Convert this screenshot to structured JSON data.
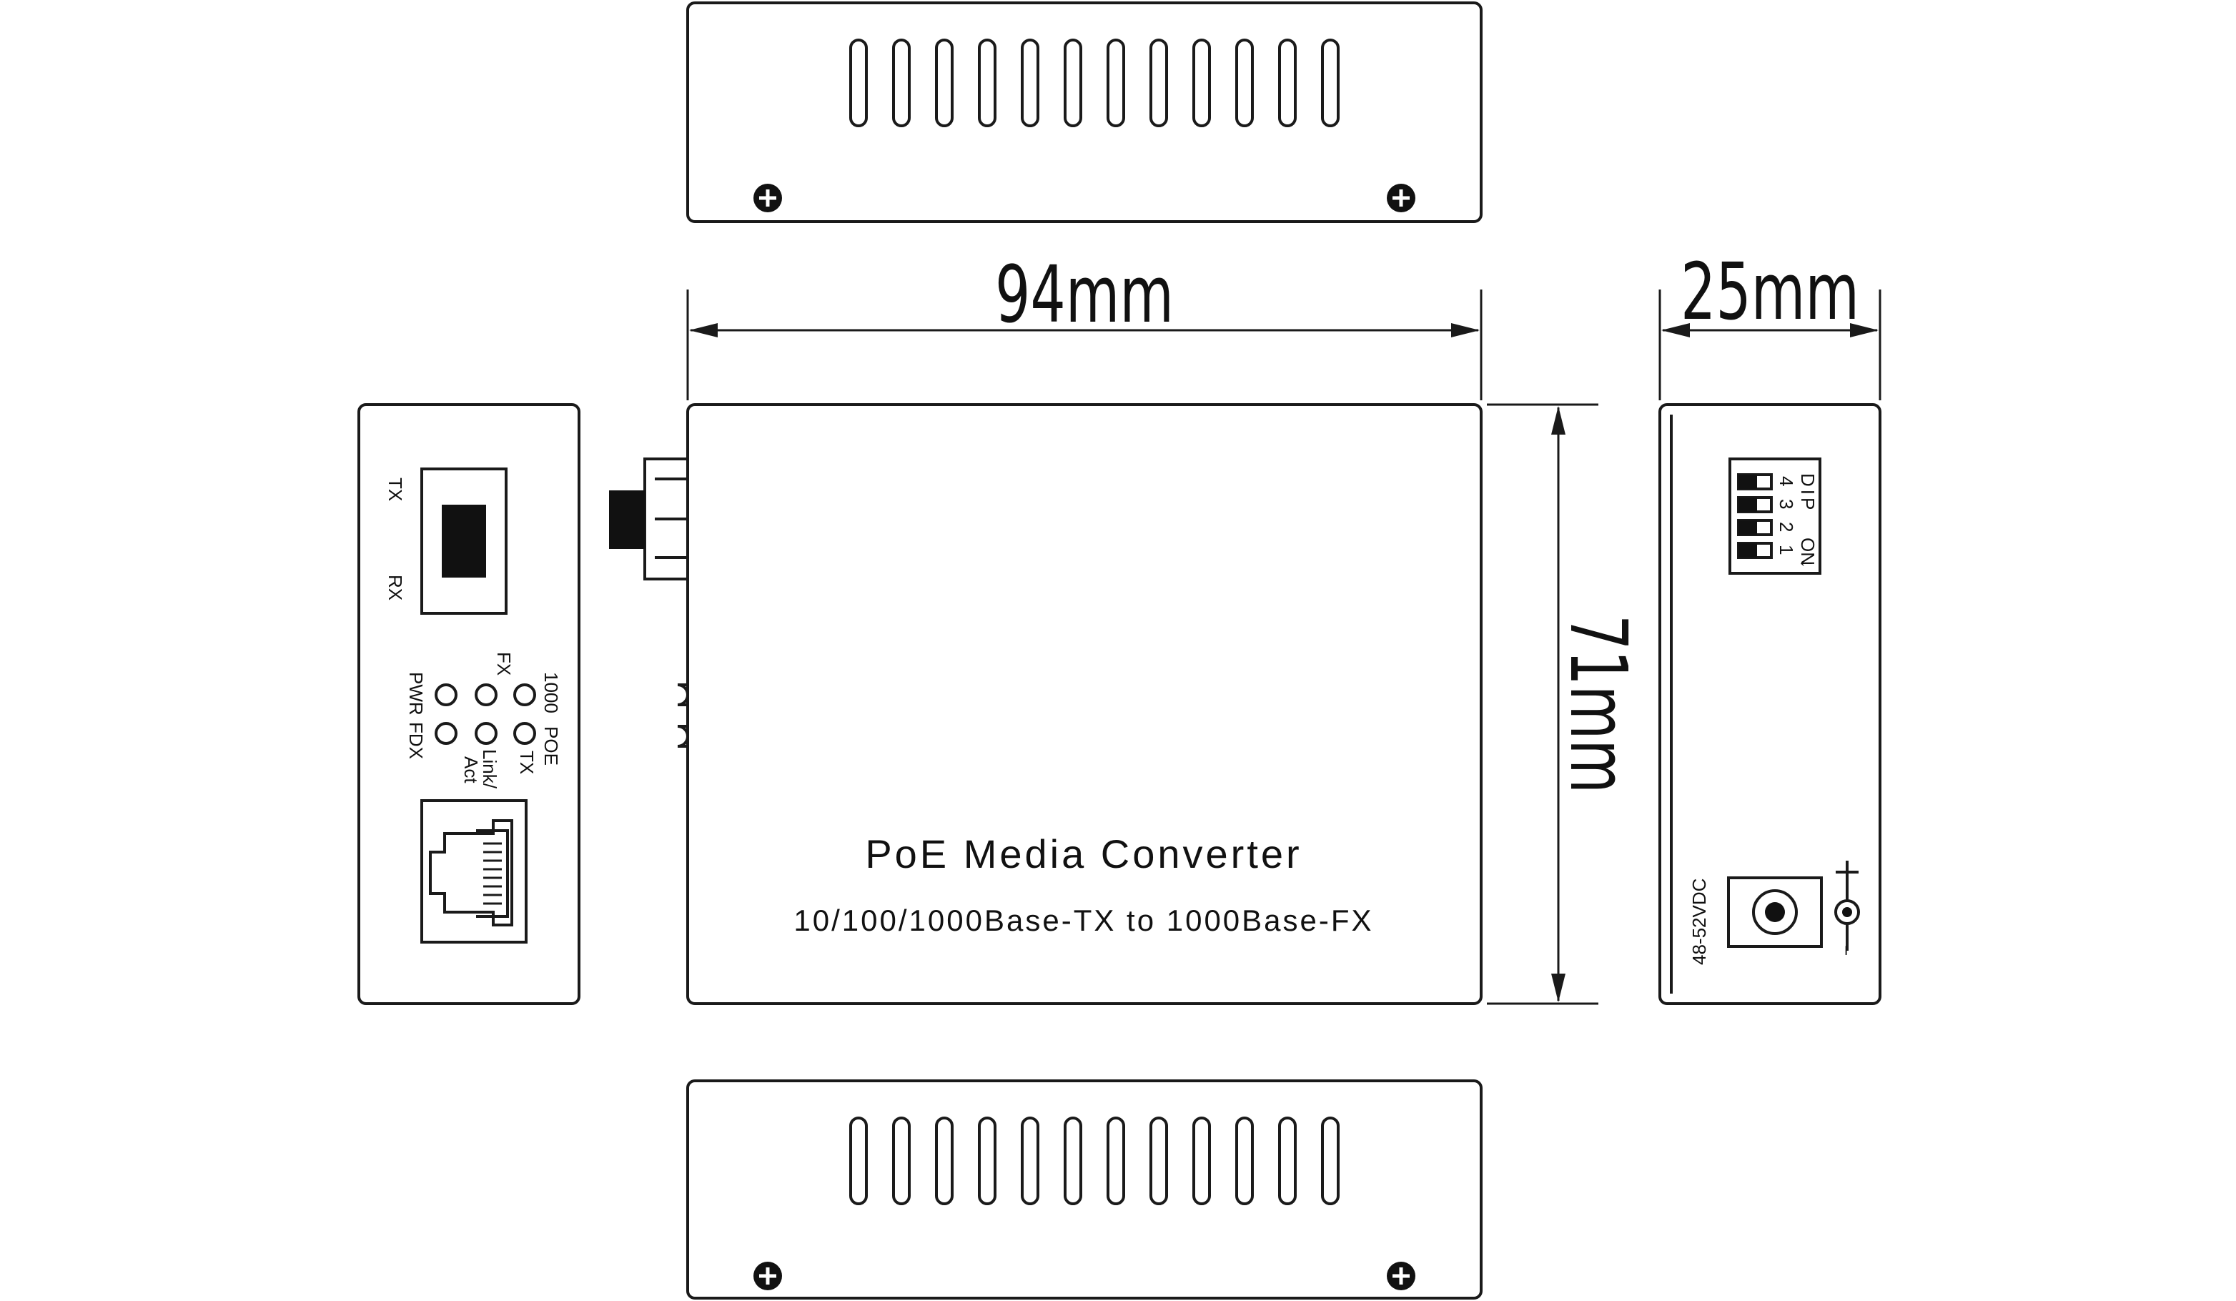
{
  "dimensions": {
    "width": "94mm",
    "depth": "25mm",
    "height": "71mm"
  },
  "product": {
    "title": "PoE Media Converter",
    "subtitle": "10/100/1000Base-TX to 1000Base-FX"
  },
  "front_panel": {
    "tx_label": "TX",
    "rx_label": "RX",
    "led_labels": {
      "pwr": "PWR",
      "fdx": "FDX",
      "fx": "FX",
      "link_act_1": "Link/",
      "link_act_2": "Act",
      "g1000": "1000",
      "tx": "TX",
      "poe": "POE"
    }
  },
  "rear_panel": {
    "dip_title": "DIP",
    "dip_numbers": [
      "1",
      "2",
      "3",
      "4"
    ],
    "dip_on": "ON",
    "voltage": "48-52VDC",
    "plus": "+",
    "minus": "−"
  }
}
